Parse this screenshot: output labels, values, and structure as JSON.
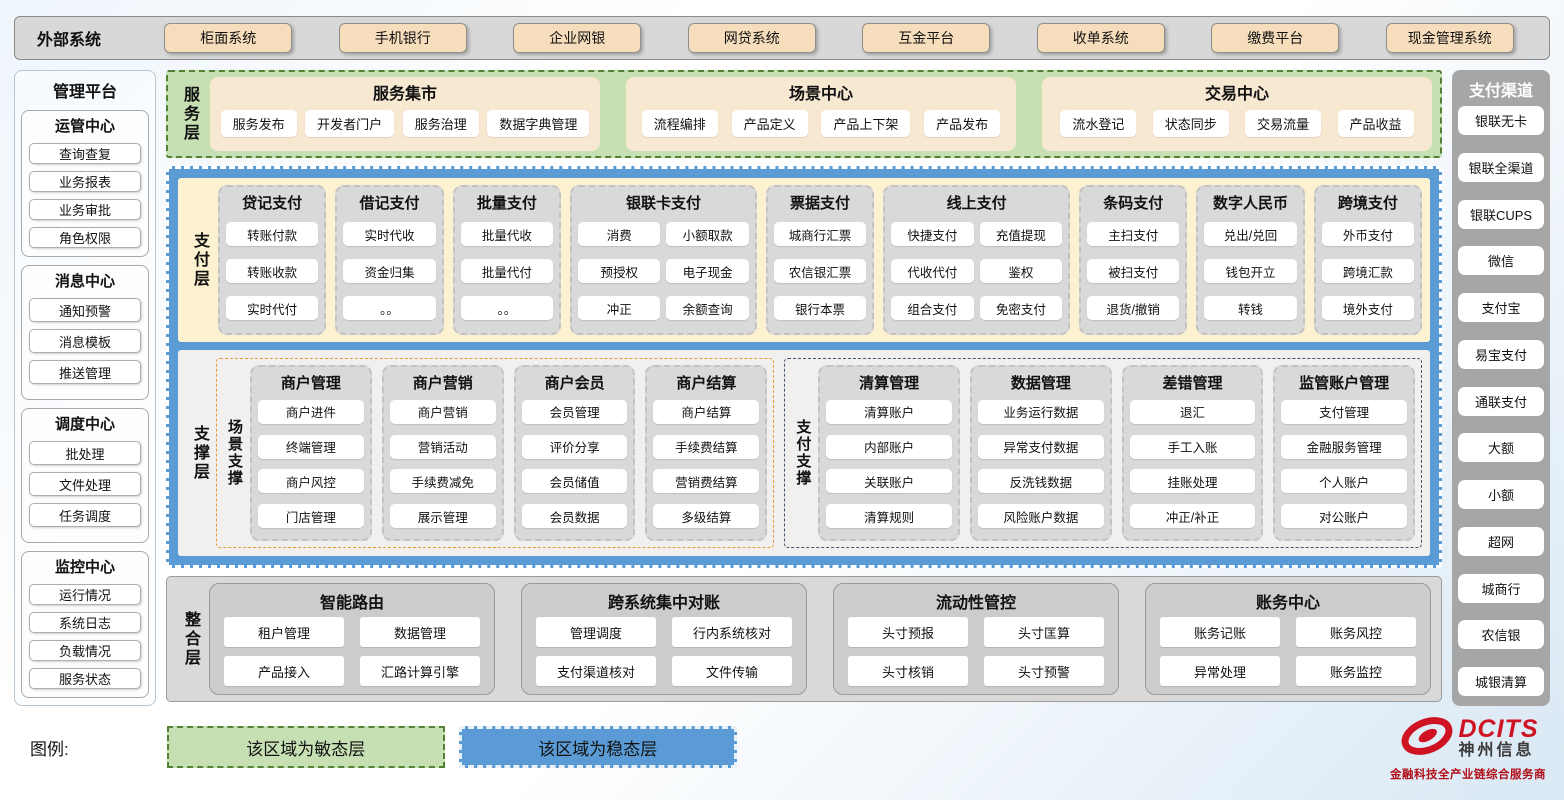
{
  "external_systems": {
    "label": "外部系统",
    "items": [
      "柜面系统",
      "手机银行",
      "企业网银",
      "网贷系统",
      "互金平台",
      "收单系统",
      "缴费平台",
      "现金管理系统"
    ]
  },
  "management_platform": {
    "title": "管理平台",
    "groups": [
      {
        "title": "运管中心",
        "items": [
          "查询查复",
          "业务报表",
          "业务审批",
          "角色权限"
        ]
      },
      {
        "title": "消息中心",
        "items": [
          "通知预警",
          "消息模板",
          "推送管理"
        ]
      },
      {
        "title": "调度中心",
        "items": [
          "批处理",
          "文件处理",
          "任务调度"
        ]
      },
      {
        "title": "监控中心",
        "items": [
          "运行情况",
          "系统日志",
          "负载情况",
          "服务状态"
        ]
      }
    ]
  },
  "service_layer": {
    "label": "服务层",
    "groups": [
      {
        "title": "服务集市",
        "items": [
          "服务发布",
          "开发者门户",
          "服务治理",
          "数据字典管理"
        ]
      },
      {
        "title": "场景中心",
        "items": [
          "流程编排",
          "产品定义",
          "产品上下架",
          "产品发布"
        ]
      },
      {
        "title": "交易中心",
        "items": [
          "流水登记",
          "状态同步",
          "交易流量",
          "产品收益"
        ]
      }
    ]
  },
  "payment_layer": {
    "label": "支付层",
    "columns": [
      {
        "title": "贷记支付",
        "cols": 1,
        "items": [
          "转账付款",
          "转账收款",
          "实时代付"
        ]
      },
      {
        "title": "借记支付",
        "cols": 1,
        "items": [
          "实时代收",
          "资金归集",
          "。。"
        ]
      },
      {
        "title": "批量支付",
        "cols": 1,
        "items": [
          "批量代收",
          "批量代付",
          "。。"
        ]
      },
      {
        "title": "银联卡支付",
        "cols": 2,
        "items": [
          "消费",
          "小额取款",
          "预授权",
          "电子现金",
          "冲正",
          "余额查询"
        ]
      },
      {
        "title": "票据支付",
        "cols": 1,
        "items": [
          "城商行汇票",
          "农信银汇票",
          "银行本票"
        ]
      },
      {
        "title": "线上支付",
        "cols": 2,
        "items": [
          "快捷支付",
          "充值提现",
          "代收代付",
          "鉴权",
          "组合支付",
          "免密支付"
        ]
      },
      {
        "title": "条码支付",
        "cols": 1,
        "items": [
          "主扫支付",
          "被扫支付",
          "退货/撤销"
        ]
      },
      {
        "title": "数字人民币",
        "cols": 1,
        "items": [
          "兑出/兑回",
          "钱包开立",
          "转钱"
        ]
      },
      {
        "title": "跨境支付",
        "cols": 1,
        "items": [
          "外币支付",
          "跨境汇款",
          "境外支付"
        ]
      }
    ]
  },
  "support_layer": {
    "label": "支撑层",
    "scene_support": {
      "label": "场景支撑",
      "columns": [
        {
          "title": "商户管理",
          "items": [
            "商户进件",
            "终端管理",
            "商户风控",
            "门店管理"
          ]
        },
        {
          "title": "商户营销",
          "items": [
            "商户营销",
            "营销活动",
            "手续费减免",
            "展示管理"
          ]
        },
        {
          "title": "商户会员",
          "items": [
            "会员管理",
            "评价分享",
            "会员储值",
            "会员数据"
          ]
        },
        {
          "title": "商户结算",
          "items": [
            "商户结算",
            "手续费结算",
            "营销费结算",
            "多级结算"
          ]
        }
      ]
    },
    "payment_support": {
      "label": "支付支撑",
      "columns": [
        {
          "title": "清算管理",
          "items": [
            "清算账户",
            "内部账户",
            "关联账户",
            "清算规则"
          ]
        },
        {
          "title": "数据管理",
          "items": [
            "业务运行数据",
            "异常支付数据",
            "反洗钱数据",
            "风险账户数据"
          ]
        },
        {
          "title": "差错管理",
          "items": [
            "退汇",
            "手工入账",
            "挂账处理",
            "冲正/补正"
          ]
        },
        {
          "title": "监管账户管理",
          "items": [
            "支付管理",
            "金融服务管理",
            "个人账户",
            "对公账户"
          ]
        }
      ]
    }
  },
  "integration_layer": {
    "label": "整合层",
    "groups": [
      {
        "title": "智能路由",
        "items": [
          "租户管理",
          "数据管理",
          "产品接入",
          "汇路计算引擎"
        ]
      },
      {
        "title": "跨系统集中对账",
        "items": [
          "管理调度",
          "行内系统核对",
          "支付渠道核对",
          "文件传输"
        ]
      },
      {
        "title": "流动性管控",
        "items": [
          "头寸预报",
          "头寸匡算",
          "头寸核销",
          "头寸预警"
        ]
      },
      {
        "title": "账务中心",
        "items": [
          "账务记账",
          "账务风控",
          "异常处理",
          "账务监控"
        ]
      }
    ]
  },
  "payment_channels": {
    "title": "支付渠道",
    "items": [
      "银联无卡",
      "银联全渠道",
      "银联CUPS",
      "微信",
      "支付宝",
      "易宝支付",
      "通联支付",
      "大额",
      "小额",
      "超网",
      "城商行",
      "农信银",
      "城银清算"
    ]
  },
  "legend": {
    "label": "图例:",
    "agile": "该区域为敏态层",
    "stable": "该区域为稳态层"
  },
  "logo": {
    "brand": "DCITS",
    "name": "神州信息",
    "tagline": "金融科技全产业链综合服务商"
  },
  "colors": {
    "agile_green": "#c6e0b4",
    "agile_border": "#538135",
    "stable_blue": "#5b9bd5",
    "payment_panel_yellow": "#fdf2cf",
    "node_grey": "#d9d9d9",
    "external_tan": "#f6ddbb",
    "scene_support_border": "#e59a38",
    "payment_support_border": "#44546a",
    "brand_red": "#cf1322"
  }
}
